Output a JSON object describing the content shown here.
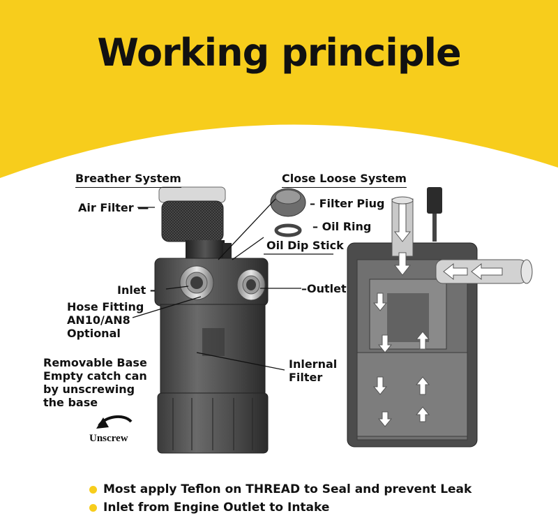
{
  "title": "Working principle",
  "colors": {
    "banner": "#f7cd1c",
    "bullet": "#f7cd1c",
    "text": "#111111"
  },
  "labels": {
    "breather_system": "Breather System",
    "air_filter": "Air Filter —",
    "close_loose_system": "Close Loose System",
    "filter_plug": "– Filter Piug",
    "oil_ring": "– Oil Ring",
    "oil_dip_stick": "Oil Dip Stick",
    "inlet": "Inlet –",
    "outlet": "–Outlet",
    "hose_fitting": [
      "Hose Fitting",
      "AN10/AN8",
      "Optional"
    ],
    "removable_base": [
      "Removable Base",
      "Empty catch can",
      "by unscrewing",
      "the base"
    ],
    "internal_filter": [
      "Inlernal",
      "Filter"
    ],
    "unscrew": "Unscrew"
  },
  "notes": [
    "Most apply Teflon on THREAD to Seal and prevent Leak",
    "Inlet from Engine Outlet to Intake"
  ],
  "icons": [
    "unscrew-arrow-icon",
    "bullet-dot-icon"
  ]
}
